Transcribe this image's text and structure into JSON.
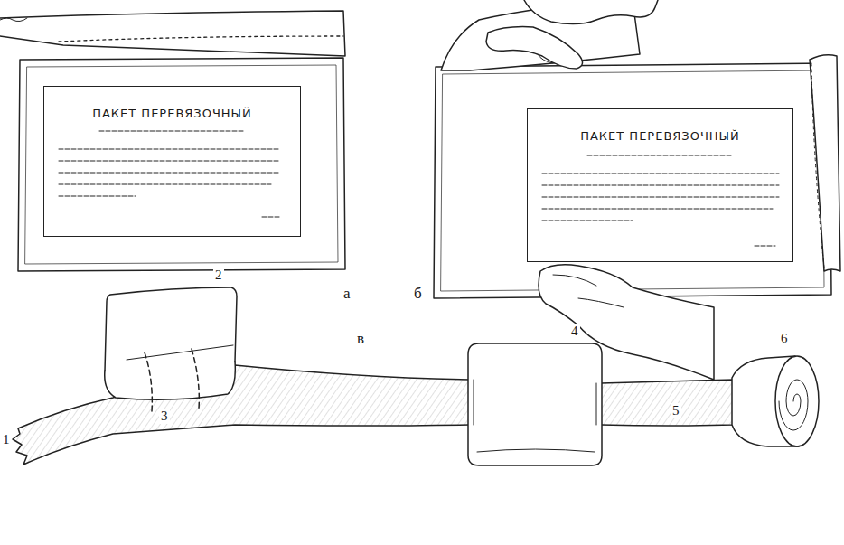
{
  "diagram": {
    "nodes": [
      {
        "text": [
          "ПАКЕТ ПЕРЕВЯЗОЧНЫЙ"
        ]
      },
      {
        "text": [
          "ПАКЕТ ПЕРЕВЯЗОЧНЫЙ"
        ]
      }
    ],
    "labels": [
      "а",
      "б",
      "в",
      "1",
      "2",
      "3",
      "4",
      "5",
      "6"
    ]
  }
}
